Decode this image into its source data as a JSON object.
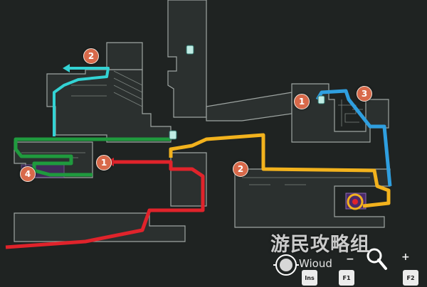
{
  "map": {
    "route_colors": {
      "red": "#e0232b",
      "green": "#1f9a3e",
      "cyan": "#33d3d4",
      "yellow": "#f2b21d",
      "blue": "#2f9fe0"
    },
    "markers": [
      {
        "id": "m-cyan-2",
        "label": "2"
      },
      {
        "id": "m-blue-1",
        "label": "1"
      },
      {
        "id": "m-blue-3",
        "label": "3"
      },
      {
        "id": "m-red-1",
        "label": "1"
      },
      {
        "id": "m-yellow-2",
        "label": "2"
      },
      {
        "id": "m-green-4",
        "label": "4"
      }
    ]
  },
  "watermark": "游民攻略组",
  "hud": {
    "character_name": "Wioud",
    "zoom_minus": "−",
    "zoom_plus": "+",
    "hotkeys": [
      "Ins",
      "F1",
      "F2"
    ]
  }
}
